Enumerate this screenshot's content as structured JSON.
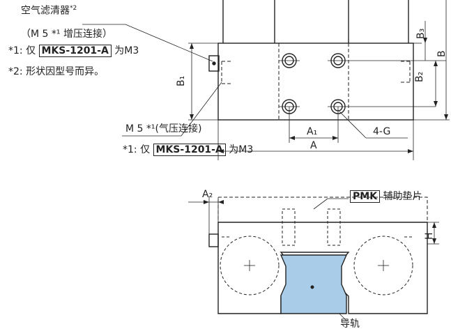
{
  "top_view": {
    "air_filter": "空气滤清器",
    "air_filter_note_mark": "*2",
    "boost_port": "（M 5 *¹ 增压连接）",
    "note1_prefix": "*1: 仅",
    "note1_model": "MKS-1201-A",
    "note1_suffix": "为M3",
    "note2": "*2: 形状因型号而异。",
    "pressure_port": "M 5 *¹(气压连接)",
    "note3_prefix": "*1: 仅",
    "note3_model": "MKS-1201-A",
    "note3_suffix": "为M3",
    "dim_A1": "A₁",
    "dim_A": "A",
    "dim_4G": "4-G",
    "dim_B": "B",
    "dim_B1": "B₁",
    "dim_B2": "B₂",
    "dim_B3": "B₃"
  },
  "front_view": {
    "pmk_label": "PMK",
    "pmk_desc": "辅助垫片",
    "dim_A2": "A₂",
    "dim_H": "H",
    "guide_rail": "导轨"
  },
  "colors": {
    "rail_fill": "#a9cde8",
    "line": "#222222"
  }
}
